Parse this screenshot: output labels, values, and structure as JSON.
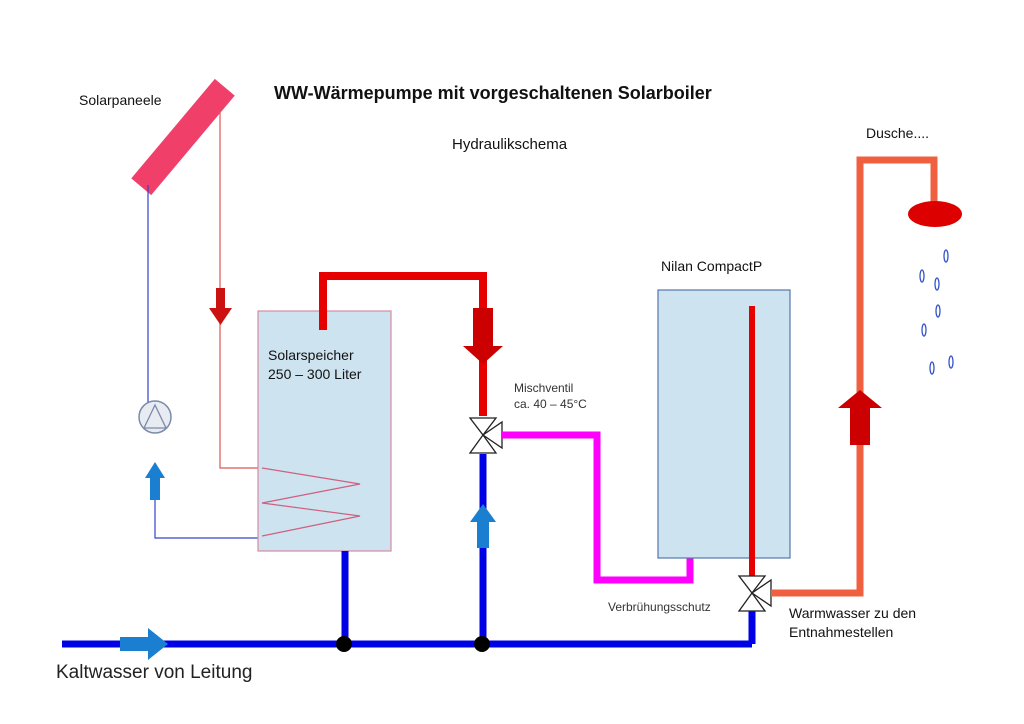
{
  "title": "WW-Wärmepumpe mit vorgeschaltenen Solarboiler",
  "subtitle": "Hydraulikschema",
  "labels": {
    "solar_panels": "Solarpaneele",
    "storage_line1": "Solarspeicher",
    "storage_line2": "250 – 300 Liter",
    "heat_pump": "Nilan CompactP",
    "mixing_valve_line1": "Mischventil",
    "mixing_valve_line2": "ca. 40 – 45°C",
    "scald_protection": "Verbrühungsschutz",
    "hot_water_line1": "Warmwasser zu den",
    "hot_water_line2": "Entnahmestellen",
    "shower": "Dusche....",
    "cold_water": "Kaltwasser von Leitung"
  },
  "colors": {
    "hot_pipe": "#e60000",
    "cold_pipe": "#0000e6",
    "mixed_pipe": "#ff00ff",
    "outlet_pipe": "#f06040",
    "tank_fill": "#cde3ef",
    "panel": "#f0406a",
    "arrow_hot": "#cc0000",
    "arrow_cold": "#1a7fd0"
  }
}
